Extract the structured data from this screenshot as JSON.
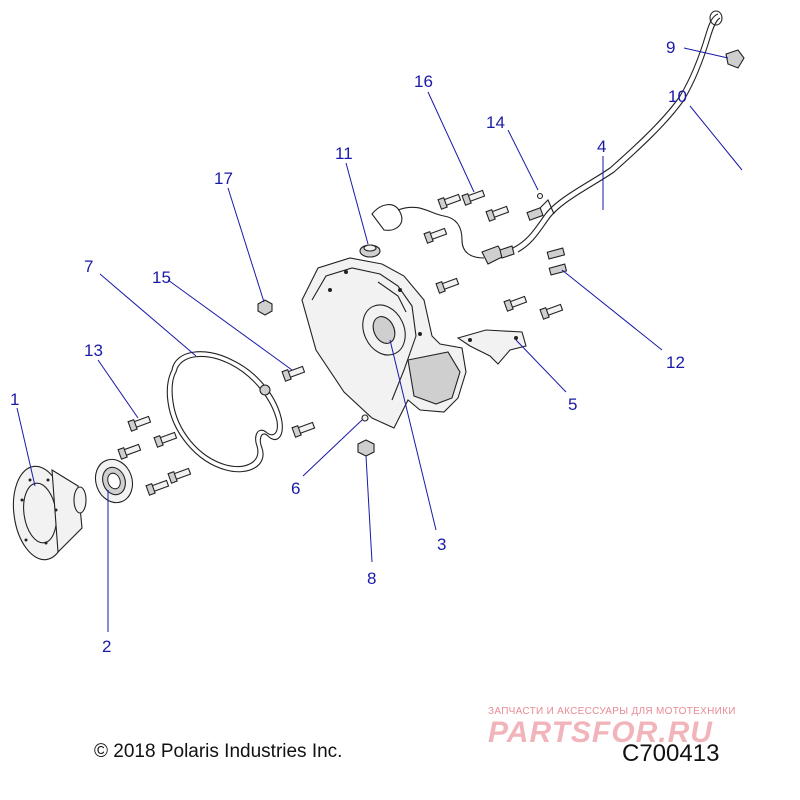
{
  "diagram": {
    "callouts": [
      {
        "label": "1"
      },
      {
        "label": "2"
      },
      {
        "label": "3"
      },
      {
        "label": "4"
      },
      {
        "label": "5"
      },
      {
        "label": "6"
      },
      {
        "label": "7"
      },
      {
        "label": "8"
      },
      {
        "label": "9"
      },
      {
        "label": "10"
      },
      {
        "label": "11"
      },
      {
        "label": "12"
      },
      {
        "label": "13"
      },
      {
        "label": "14"
      },
      {
        "label": "15"
      },
      {
        "label": "16"
      },
      {
        "label": "17"
      }
    ],
    "colors": {
      "callout": "#1a1aa8",
      "line_art": "#222222"
    }
  },
  "footer": {
    "copyright": "© 2018 Polaris Industries Inc.",
    "diagram_code": "C700413"
  },
  "watermark": {
    "tagline": "ЗАПЧАСТИ И АКСЕССУАРЫ ДЛЯ МОТОТЕХНИКИ",
    "logo_text": "PARTSFOR.RU"
  }
}
